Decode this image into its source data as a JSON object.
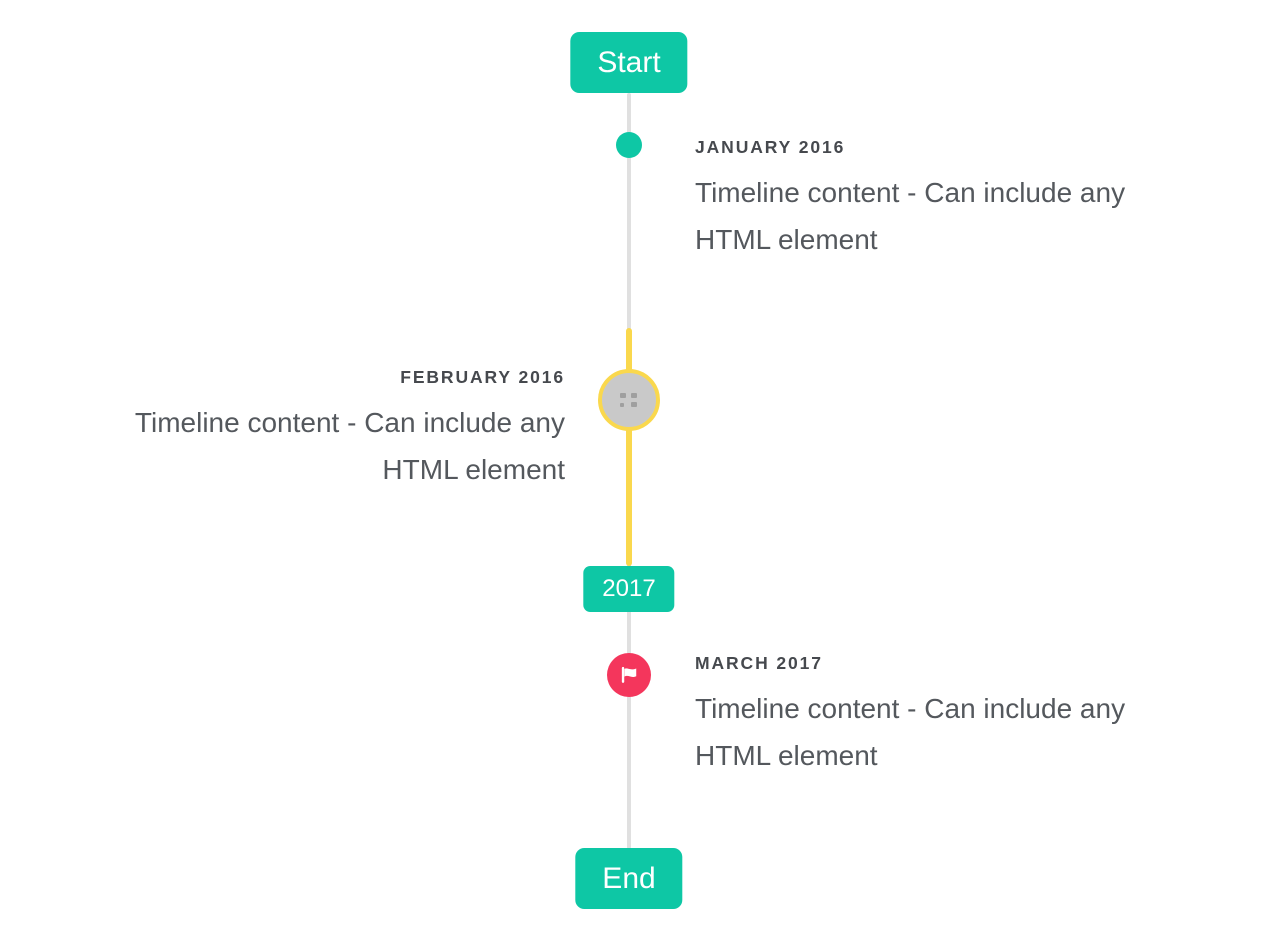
{
  "colors": {
    "accent_teal": "#0ec7a5",
    "line_gray": "#e0e0e0",
    "highlight_yellow": "#fad84d",
    "node_red": "#f4365c",
    "node_gray_fill": "#c9c9c9",
    "glyph_gray": "#9f9f9f",
    "label_text": "#46494e",
    "content_text": "#54585d",
    "page_bg": "#ffffff"
  },
  "timeline": {
    "start_badge": "Start",
    "year_badge": "2017",
    "end_badge": "End",
    "entries": [
      {
        "id": "january-2016",
        "side": "right",
        "marker": "teal-dot",
        "label": "JANUARY 2016",
        "content": "Timeline content - Can include any HTML element"
      },
      {
        "id": "february-2016",
        "side": "left",
        "marker": "yellow-ring-circle-with-broken-image",
        "label": "FEBRUARY 2016",
        "content": "Timeline content - Can include any HTML element"
      },
      {
        "id": "march-2017",
        "side": "right",
        "marker": "red-flag-circle",
        "label": "MARCH 2017",
        "content": "Timeline content - Can include any HTML element"
      }
    ],
    "icons": {
      "march_marker": "flag-icon",
      "february_marker": "broken-image-icon"
    }
  }
}
